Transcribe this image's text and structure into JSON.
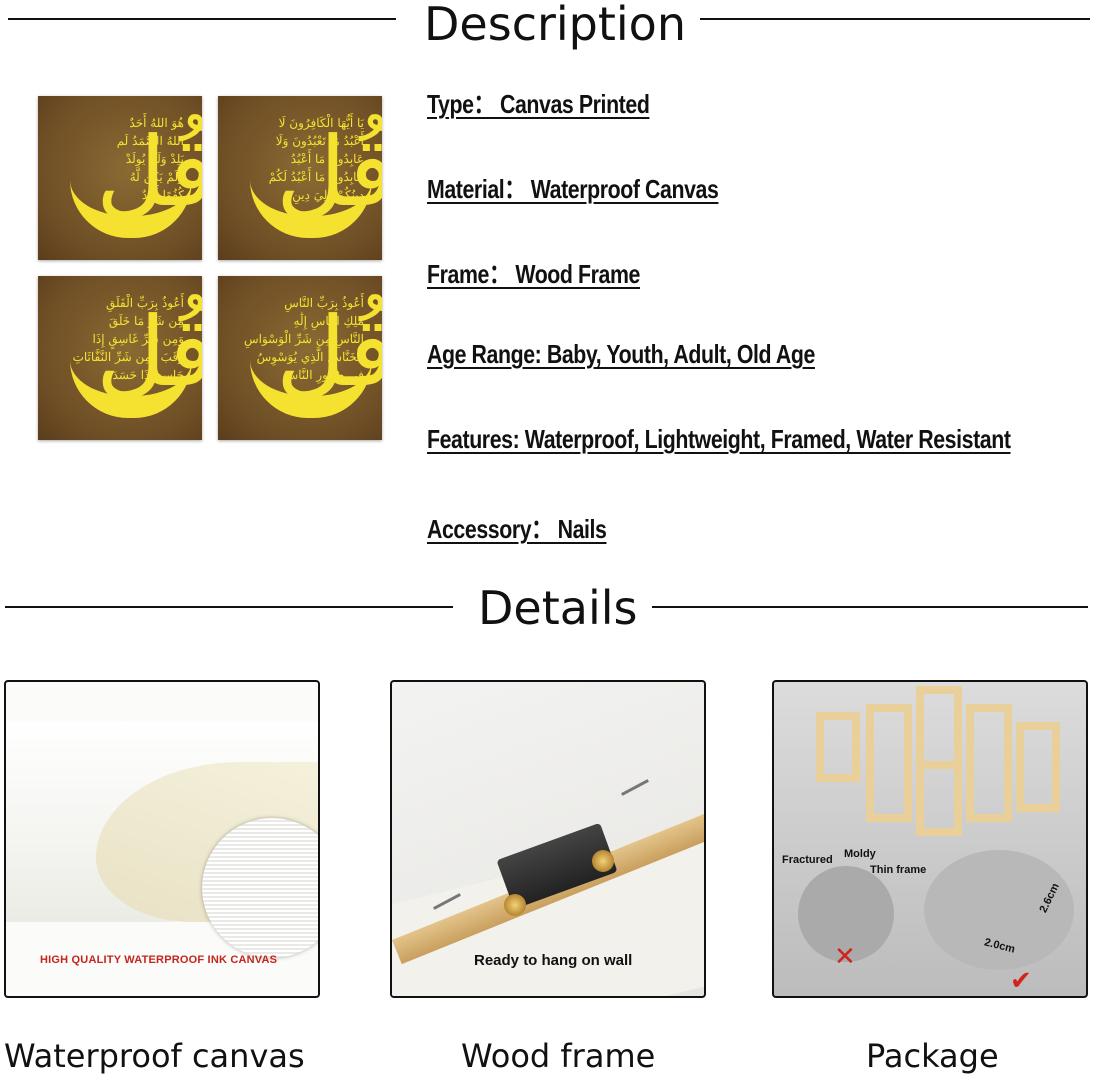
{
  "description_heading": "Description",
  "details_heading": "Details",
  "specs": [
    "Type： Canvas Printed",
    "Material：  Waterproof Canvas",
    "Frame：  Wood Frame",
    "Age Range: Baby, Youth, Adult, Old Age",
    "Features: Waterproof, Lightweight, Framed, Water Resistant",
    "Accessory：  Nails"
  ],
  "panels": [
    {
      "lines": [
        "هُوَ اللهُ أَحَدٌ",
        "اللهُ الصَّمَدُ لَم",
        "يَلِدْ وَلَمْ يُولَدْ",
        "وَلَمْ يَكُن لَّهُ",
        "كُفُوًا أَحَدٌ"
      ],
      "qul": "قُل"
    },
    {
      "lines": [
        "يَا أَيُّهَا الْكَافِرُونَ لَا",
        "أَعْبُدُ مَا تَعْبُدُونَ وَلَا",
        "عَابِدُونَ مَا أَعْبُدُ",
        "عَابِدُونَ مَا أَعْبُدُ لَكُمْ",
        "دِينُكُمْ وَلِيَ دِينِ"
      ],
      "qul": "قُل"
    },
    {
      "lines": [
        "أَعُوذُ بِرَبِّ الْفَلَقِ",
        "مِن شَرِّ مَا خَلَقَ",
        "وَمِن شَرِّ غَاسِقٍ إِذَا",
        "وَقَبَ وَمِن شَرِّ النَّفَّاثَاتِ",
        "حَاسِدٍ إِذَا حَسَدَ"
      ],
      "qul": "قُل"
    },
    {
      "lines": [
        "أَعُوذُ بِرَبِّ النَّاسِ",
        "مَلِكِ النَّاسِ إِلَٰهِ",
        "النَّاسِ مِن شَرِّ الْوَسْوَاسِ",
        "الْخَنَّاسِ الَّذِي يُوَسْوِسُ",
        "فِي صُدُورِ النَّاسِ"
      ],
      "qul": "قُل"
    }
  ],
  "details": {
    "canvas": {
      "caption": "Waterproof canvas",
      "label": "HIGH QUALITY WATERPROOF INK CANVAS"
    },
    "frame": {
      "caption": "Wood frame",
      "label": "Ready to hang on wall"
    },
    "package": {
      "caption": "Package",
      "fractured": "Fractured",
      "moldy": "Moldy",
      "thin": "Thin  frame",
      "height": "2.6cm",
      "width": "2.0cm",
      "bad_mark": "✕",
      "good_mark": "✔"
    }
  }
}
